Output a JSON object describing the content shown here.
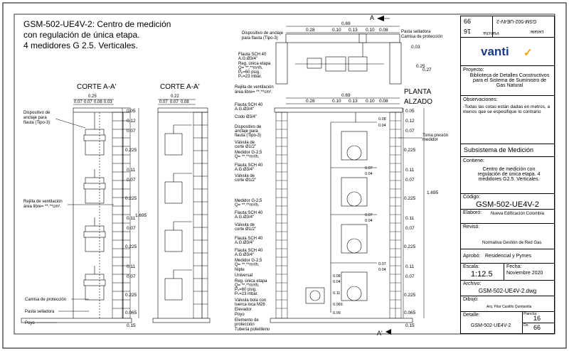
{
  "title": {
    "line1": "GSM-502-UE4V-2: Centro de medición",
    "line2": "con regulación de única etapa.",
    "line3": "4 medidores G 2.5. Verticales."
  },
  "section_left": {
    "title": "CORTE A-A'",
    "dims_top": [
      "0.25",
      "0.07",
      "0.07",
      "0.08",
      "0.03"
    ],
    "dims_right": [
      "0.05",
      "0.12",
      "0.07",
      "0.225",
      "0.11",
      "0.07",
      "0.225",
      "0.11",
      "0.07",
      "0.225",
      "0.11",
      "0.07",
      "0.225",
      "0.065",
      "0.15"
    ],
    "total_height": "1.695",
    "labels": {
      "dispositivo": "Dispositivo de anclaje para flauta (Tipo-3)",
      "rejilla": "Rejilla de ventilación área libre= **.**cm².",
      "camisa": "Camisa de protección",
      "pasta": "Pasta selladora",
      "poyo": "Poyo"
    }
  },
  "section_mid": {
    "title": "CORTE A-A'",
    "dims_top": [
      "0.22",
      "0.07",
      "0.07",
      "0.08"
    ]
  },
  "plan": {
    "title": "PLANTA",
    "section_mark": "A",
    "dims_top": [
      "0.69",
      "0.28",
      "0.10",
      "0.13",
      "0.10",
      "0.08"
    ],
    "dims_side": [
      "0.03",
      "0.25",
      "0.27"
    ],
    "labels": {
      "dispositivo": "Dispositivo de anclaje para flauta (Tipo-3)",
      "pasta": "Pasta selladora",
      "camisa": "Camisa de protección",
      "flauta": "Flauta SCH 40 A.G.Ø3/4\"",
      "reg": "Reg. única etapa Q= **.**m³/h. Pₑ=60 psig. Pₛ=23 mbar.",
      "rejilla": "Rejilla de ventilación área libre= **.**cm²."
    }
  },
  "elevation": {
    "title": "ALZADO",
    "section_mark": "A'",
    "dims_top": [
      "0.69",
      "0.28",
      "0.10",
      "0.13",
      "0.10",
      "0.08"
    ],
    "dims_right": [
      "0.05",
      "0.12",
      "0.07",
      "0.225",
      "0.11",
      "0.07",
      "0.225",
      "0.11",
      "0.07",
      "0.225",
      "0.11",
      "0.07",
      "0.225",
      "0.065",
      "0.15"
    ],
    "total_height": "1.695",
    "inner_dims": [
      "0.08",
      "0.04",
      "0.07",
      "0.04",
      "0.07",
      "0.04",
      "0.07",
      "0.04",
      "0.08",
      "0.04",
      "0.11",
      "0.09",
      "0.065"
    ],
    "toma": "Toma presión medidor",
    "labels": [
      "Flauta SCH 40 A.G.Ø3/4\"",
      "Codo Ø3/4\"",
      "Dispositivo de anclaje para flauta (Tipo-3)",
      "Válvula de corte Ø1/2\"",
      "Medidor G-2,5 Q= **.**m³/h.",
      "Flauta SCH 40 A.G.Ø3/4\"",
      "Válvula de corte Ø1/2\"",
      "Medidor G-2,5 Q= **.**m³/h.",
      "Flauta SCH 40 A.G.Ø3/4\"",
      "Válvula de corte Ø1/2\"",
      "Flauta SCH 40 A.G.Ø3/4\"",
      "Medidor G-2,5 Q= **.**m³/h.",
      "Niple",
      "Universal",
      "Reg. única etapa Q= **.**m³/h. Pₑ=60 psig. Pₛ=23 mbar.",
      "Válvula bola con tuerca loca M26",
      "Elevador",
      "Poyo",
      "Elemento de protección",
      "Tubería polietileno"
    ]
  },
  "title_block": {
    "sheet_number": "66",
    "sheet_code": "GSM-502-UE4V-2",
    "plancha": "16",
    "detalle_label": "Detalle:",
    "plancha_label": "Plancha:",
    "brand": "vanti",
    "proyecto_label": "Proyecto:",
    "proyecto": "Biblioteca de Detalles Constructivos para el Sistema de Suministro de Gas Natural",
    "observaciones_label": "Observaciones:",
    "observaciones": "-Todas las cotas están dadas en metros, a menos que se especifique lo contrario",
    "subsistema": "Subsistema de Medición",
    "contiene_label": "Contiene:",
    "contiene": "Centro de medición con regulación de única etapa. 4 medidores G2.5. Verticales.",
    "codigo_label": "Código:",
    "codigo": "GSM-502-UE4V-2",
    "elaboro_label": "Elaboró:",
    "elaboro": "Nueva Edificación Colombia",
    "reviso_label": "Revisó:",
    "reviso": "Normativa Gestión de Red Gas",
    "aprobo_label": "Aprobó:",
    "aprobo": "Residencial y Pymes",
    "escala_label": "Escala:",
    "escala": "1:12.5",
    "fecha_label": "Fecha:",
    "fecha": "Noviembre 2020",
    "archivo_label": "Archivo:",
    "archivo": "GSM-502-UE4V-2.dwg",
    "dibujo_label": "Dibujó:",
    "dibujo": "Arq. Pilar Castillo Quintanilla",
    "detalle2_label": "Detalle:",
    "detalle2": "GSM-502-UE4V-2",
    "plancha2_label": "Plancha:",
    "plancha2": "16",
    "de_label": "De:",
    "de": "66"
  }
}
